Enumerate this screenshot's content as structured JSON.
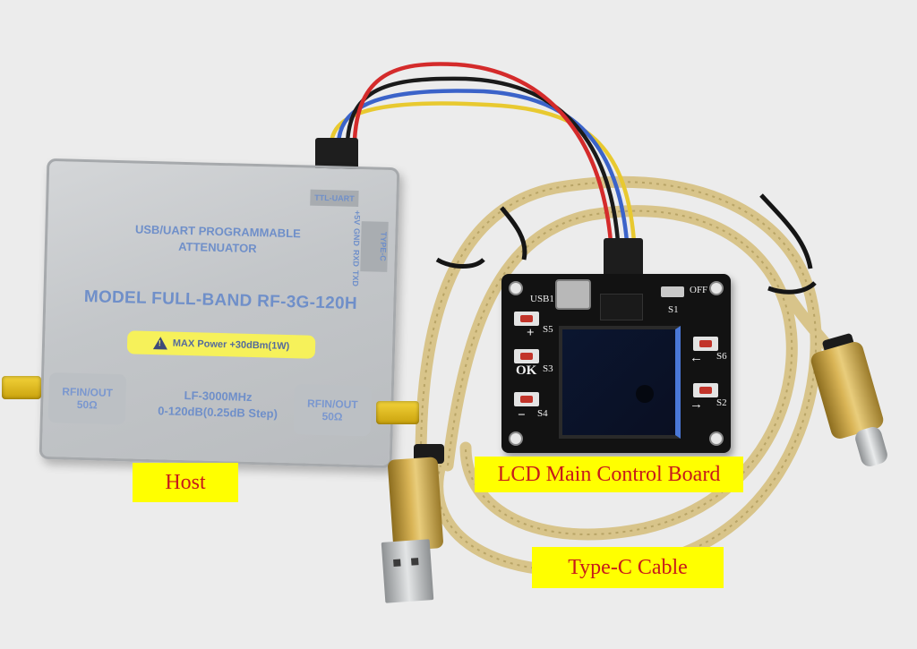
{
  "host": {
    "title_line1": "USB/UART PROGRAMMABLE",
    "title_line2": "ATTENUATOR",
    "model": "MODEL FULL-BAND RF-3G-120H",
    "warning": "MAX Power +30dBm(1W)",
    "frequency": "LF-3000MHz",
    "range": "0-120dB(0.25dB Step)",
    "port_left_line1": "RFIN/OUT",
    "port_left_line2": "50Ω",
    "port_right_line1": "RFIN/OUT",
    "port_right_line2": "50Ω",
    "ttl_label": "TTL-UART",
    "pin_labels": [
      "+5V",
      "GND",
      "RXD",
      "TXD"
    ],
    "usb_label": "TYPE-C"
  },
  "board": {
    "usb_label": "USB1",
    "switch_label": "OFF",
    "switch_ref": "S1",
    "buttons": [
      {
        "ref": "S5",
        "symbol": "+"
      },
      {
        "ref": "S3",
        "symbol": "OK"
      },
      {
        "ref": "S4",
        "symbol": "−"
      },
      {
        "ref": "S6",
        "symbol": "←"
      },
      {
        "ref": "S2",
        "symbol": "→"
      }
    ]
  },
  "labels": {
    "host": "Host",
    "lcd_board": "LCD Main Control Board",
    "type_c": "Type-C Cable"
  },
  "colors": {
    "label_background": "#ffff00",
    "label_text": "#c71a1a",
    "host_print": "#6f8fc9",
    "cable_braid": "#d8c48a",
    "wire_red": "#d42b2b",
    "wire_yellow": "#e8c930",
    "wire_blue": "#3b63c9",
    "wire_black": "#1a1a1a"
  }
}
